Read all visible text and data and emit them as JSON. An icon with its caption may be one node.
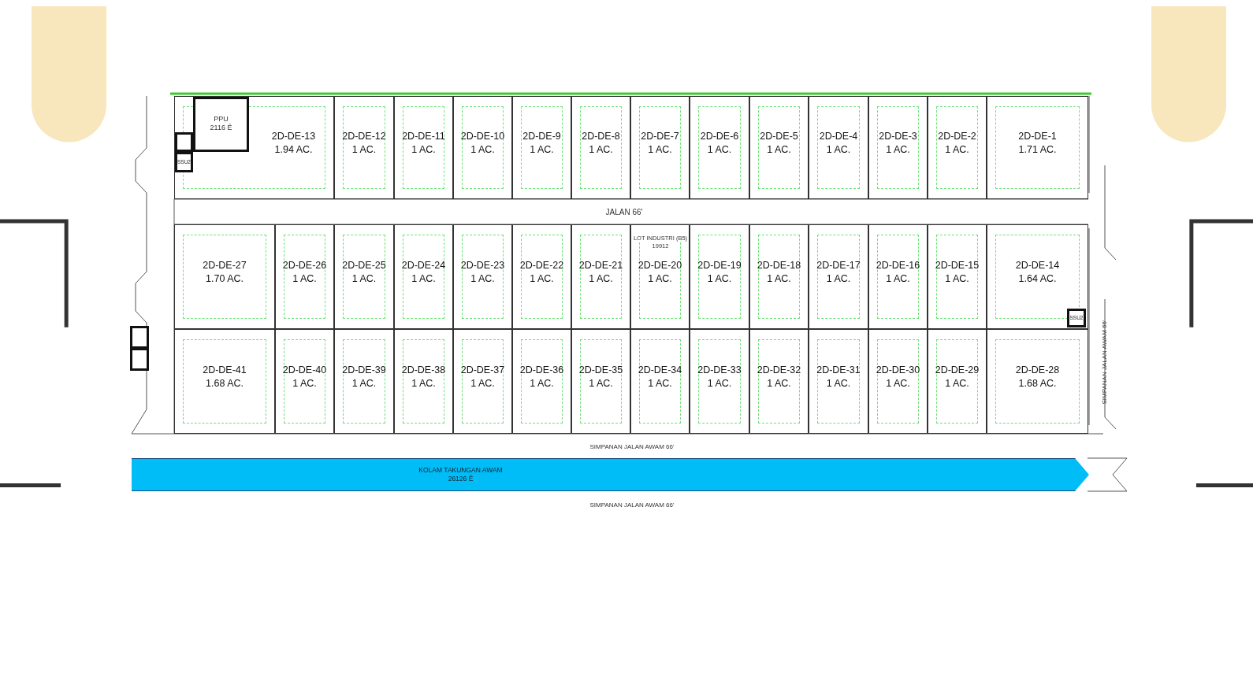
{
  "diagram": {
    "nodes": [
      {
        "text": [
          "2D-DE-13",
          "1.94 AC."
        ]
      },
      {
        "text": [
          "PPU",
          "2116 Ē"
        ],
        "in": 0
      },
      {
        "text": [],
        "shape": "box",
        "in": 0
      },
      {
        "text": [
          "SSU2"
        ],
        "in": 0
      },
      {
        "text": [
          "2D-DE-12",
          "1 AC."
        ]
      },
      {
        "text": [
          "2D-DE-11",
          "1 AC."
        ]
      },
      {
        "text": [
          "2D-DE-10",
          "1 AC."
        ]
      },
      {
        "text": [
          "2D-DE-9",
          "1 AC."
        ]
      },
      {
        "text": [
          "2D-DE-8",
          "1 AC."
        ]
      },
      {
        "text": [
          "2D-DE-7",
          "1 AC."
        ]
      },
      {
        "text": [
          "2D-DE-6",
          "1 AC."
        ]
      },
      {
        "text": [
          "2D-DE-5",
          "1 AC."
        ]
      },
      {
        "text": [
          "2D-DE-4",
          "1 AC."
        ]
      },
      {
        "text": [
          "2D-DE-3",
          "1 AC."
        ]
      },
      {
        "text": [
          "2D-DE-2",
          "1 AC."
        ]
      },
      {
        "text": [
          "2D-DE-1",
          "1.71 AC."
        ]
      },
      {
        "text": [
          "2D-DE-27",
          "1.70 AC."
        ]
      },
      {
        "text": [
          "2D-DE-26",
          "1 AC."
        ]
      },
      {
        "text": [
          "2D-DE-25",
          "1 AC."
        ]
      },
      {
        "text": [
          "2D-DE-24",
          "1 AC."
        ]
      },
      {
        "text": [
          "2D-DE-23",
          "1 AC."
        ]
      },
      {
        "text": [
          "2D-DE-22",
          "1 AC."
        ]
      },
      {
        "text": [
          "2D-DE-21",
          "1 AC."
        ]
      },
      {
        "text": [
          "2D-DE-20",
          "1 AC."
        ]
      },
      {
        "text": [
          "2D-DE-19",
          "1 AC."
        ]
      },
      {
        "text": [
          "2D-DE-18",
          "1 AC."
        ]
      },
      {
        "text": [
          "2D-DE-17",
          "1 AC."
        ]
      },
      {
        "text": [
          "2D-DE-16",
          "1 AC."
        ]
      },
      {
        "text": [
          "2D-DE-15",
          "1 AC."
        ]
      },
      {
        "text": [
          "2D-DE-14",
          "1.64 AC."
        ]
      },
      {
        "text": [
          "SSU2"
        ],
        "in": 29
      },
      {
        "text": [],
        "shape": "box"
      },
      {
        "text": [],
        "shape": "box"
      },
      {
        "text": [
          "2D-DE-41",
          "1.68 AC."
        ]
      },
      {
        "text": [
          "2D-DE-40",
          "1 AC."
        ]
      },
      {
        "text": [
          "2D-DE-39",
          "1 AC."
        ]
      },
      {
        "text": [
          "2D-DE-38",
          "1 AC."
        ]
      },
      {
        "text": [
          "2D-DE-37",
          "1 AC."
        ]
      },
      {
        "text": [
          "2D-DE-36",
          "1 AC."
        ]
      },
      {
        "text": [
          "2D-DE-35",
          "1 AC."
        ]
      },
      {
        "text": [
          "2D-DE-34",
          "1 AC."
        ]
      },
      {
        "text": [
          "2D-DE-33",
          "1 AC."
        ]
      },
      {
        "text": [
          "2D-DE-32",
          "1 AC."
        ]
      },
      {
        "text": [
          "2D-DE-31",
          "1 AC."
        ]
      },
      {
        "text": [
          "2D-DE-30",
          "1 AC."
        ]
      },
      {
        "text": [
          "2D-DE-29",
          "1 AC."
        ]
      },
      {
        "text": [
          "2D-DE-28",
          "1.68 AC."
        ]
      },
      {
        "text": [
          "KOLAM TAKUNGAN AWAM",
          "26126 Ē"
        ]
      }
    ],
    "labels": [
      "JALAN 66'",
      "LOT INDUSTRI (B5)",
      "19912",
      "SIMPANAN JALAN AWAM 66'",
      "SIMPANAN JALAN AWAM 66'",
      "SIMPANAN JALAN AWAM 66'"
    ]
  }
}
